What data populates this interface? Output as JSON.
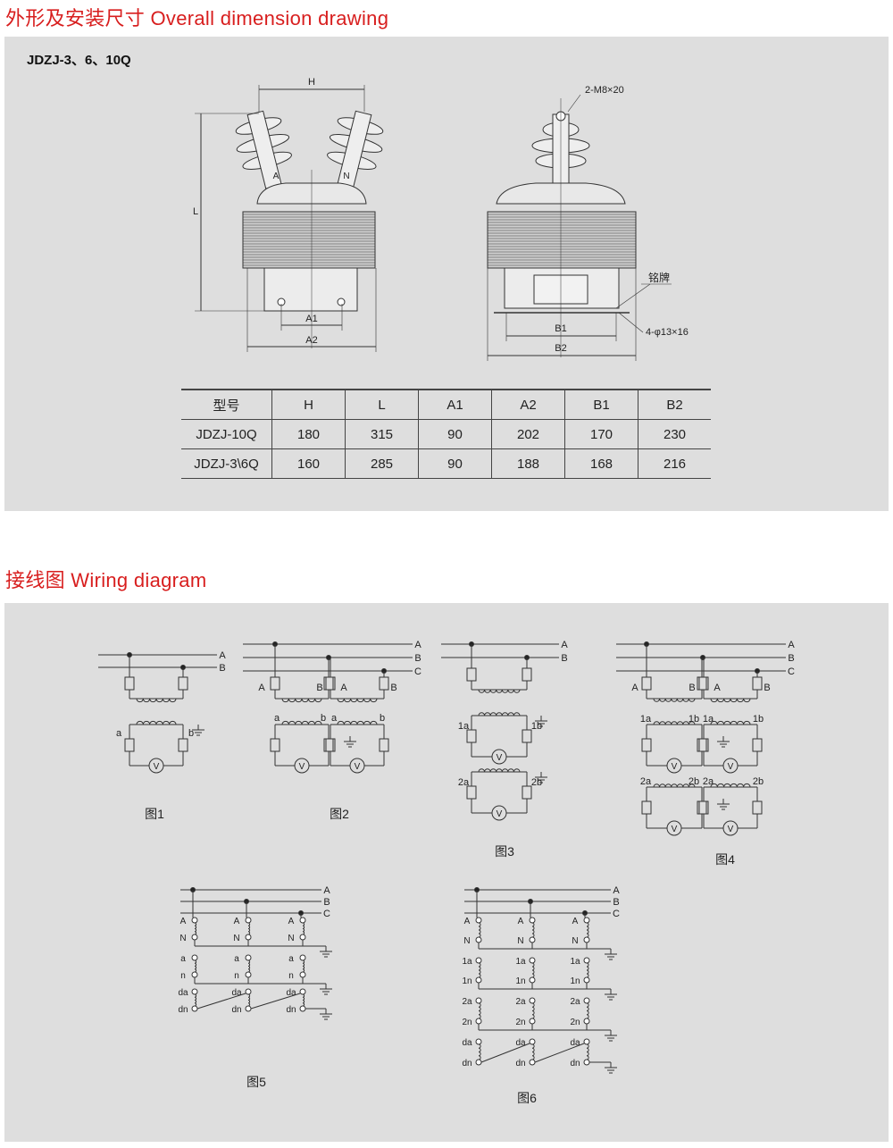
{
  "section1": {
    "title": "外形及安装尺寸 Overall dimension drawing",
    "model": "JDZJ-3、6、10Q"
  },
  "drawing": {
    "front": {
      "H": "H",
      "L": "L",
      "A1": "A1",
      "A2": "A2",
      "terminal_a": "A",
      "terminal_n": "N"
    },
    "side": {
      "bolt": "2-M8×20",
      "nameplate": "铭牌",
      "holes": "4-φ13×16",
      "B1": "B1",
      "B2": "B2"
    }
  },
  "table": {
    "headers": [
      "型号",
      "H",
      "L",
      "A1",
      "A2",
      "B1",
      "B2"
    ],
    "rows": [
      [
        "JDZJ-10Q",
        "180",
        "315",
        "90",
        "202",
        "170",
        "230"
      ],
      [
        "JDZJ-3\\6Q",
        "160",
        "285",
        "90",
        "188",
        "168",
        "216"
      ]
    ]
  },
  "section2": {
    "title": "接线图 Wiring diagram"
  },
  "figures": {
    "fig1": {
      "caption": "图1",
      "labels": [
        "A",
        "B",
        "a",
        "b"
      ]
    },
    "fig2": {
      "caption": "图2",
      "labels": [
        "A",
        "B",
        "C",
        "A",
        "B",
        "A",
        "B",
        "a",
        "b",
        "a",
        "b"
      ]
    },
    "fig3": {
      "caption": "图3",
      "labels": [
        "A",
        "B",
        "1a",
        "1b",
        "2a",
        "2b"
      ]
    },
    "fig4": {
      "caption": "图4",
      "labels": [
        "A",
        "B",
        "C",
        "A",
        "B",
        "A",
        "B",
        "1a",
        "1b",
        "1a",
        "1b",
        "2a",
        "2b",
        "2a",
        "2b"
      ]
    },
    "fig5": {
      "caption": "图5",
      "labels": [
        "A",
        "B",
        "C",
        "A",
        "N",
        "a",
        "n",
        "da",
        "dn"
      ]
    },
    "fig6": {
      "caption": "图6",
      "labels": [
        "A",
        "B",
        "C",
        "A",
        "N",
        "1a",
        "1n",
        "2a",
        "2n",
        "da",
        "dn"
      ]
    }
  },
  "voltmeter_symbol": "V"
}
